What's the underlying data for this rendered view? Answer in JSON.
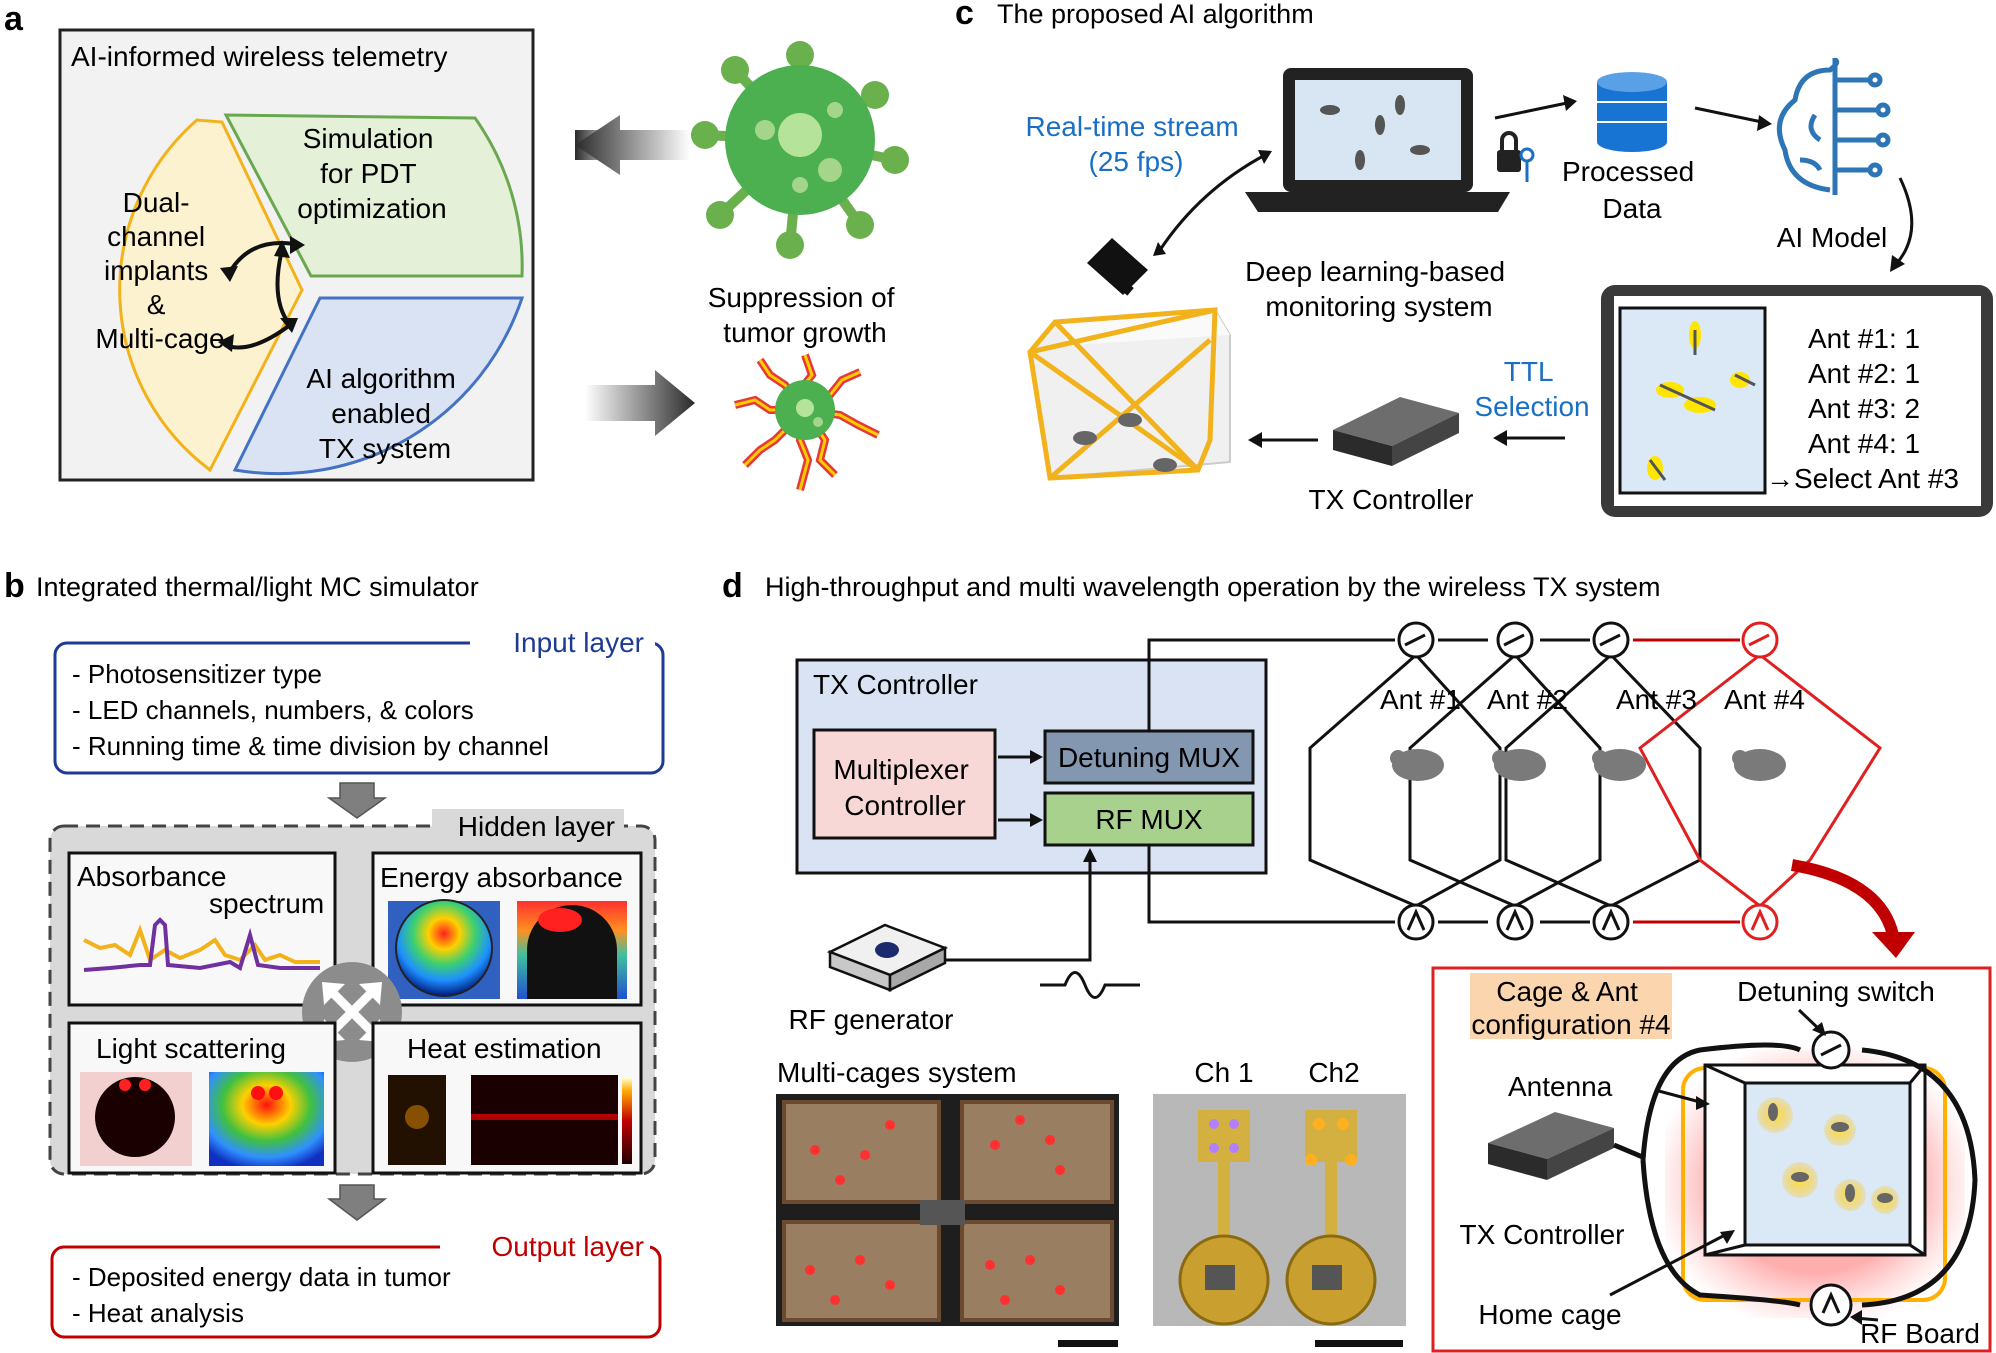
{
  "panels": {
    "a": {
      "label": "a",
      "box_title": "AI-informed wireless telemetry",
      "sector_left": [
        "Dual-",
        "channel",
        "implants",
        "&",
        "Multi-cage"
      ],
      "sector_top": [
        "Simulation",
        "for PDT",
        "optimization"
      ],
      "sector_bottom": [
        "AI algorithm",
        "enabled",
        "TX system"
      ],
      "tumor_caption": [
        "Suppression of",
        "tumor growth"
      ]
    },
    "b": {
      "label": "b",
      "title": "Integrated thermal/light MC simulator",
      "input_layer": {
        "title": "Input layer",
        "items": [
          "- Photosensitizer type",
          "- LED channels, numbers, & colors",
          "- Running time & time division by channel"
        ]
      },
      "hidden_layer": {
        "title": "Hidden layer",
        "absorbance": [
          "Absorbance",
          "spectrum"
        ],
        "energy": "Energy absorbance",
        "scattering": "Light scattering",
        "heat": "Heat estimation"
      },
      "output_layer": {
        "title": "Output layer",
        "items": [
          "- Deposited energy data in tumor",
          "- Heat analysis"
        ]
      }
    },
    "c": {
      "label": "c",
      "title": "The proposed AI algorithm",
      "stream": [
        "Real-time stream",
        "(25 fps)"
      ],
      "monitor": [
        "Deep learning-based",
        "monitoring system"
      ],
      "processed": [
        "Processed",
        "Data"
      ],
      "model": "AI Model",
      "ttl": [
        "TTL",
        "Selection"
      ],
      "tx_controller": "TX Controller",
      "ant_list": [
        "Ant #1: 1",
        "Ant #2: 1",
        "Ant #3: 2",
        "Ant #4: 1",
        "→Select Ant #3"
      ]
    },
    "d": {
      "label": "d",
      "title": "High-throughput and multi wavelength operation by the wireless TX system",
      "tx_controller": "TX Controller",
      "mux_controller": [
        "Multiplexer",
        "Controller"
      ],
      "detuning_mux": "Detuning MUX",
      "rf_mux": "RF MUX",
      "rf_generator": "RF generator",
      "antennas": [
        "Ant #1",
        "Ant #2",
        "Ant #3",
        "Ant #4"
      ],
      "multicage": "Multi-cages system",
      "ch1": "Ch 1",
      "ch2": "Ch2",
      "config": [
        "Cage & Ant",
        "configuration #4"
      ],
      "detuning_switch": "Detuning switch",
      "antenna": "Antenna",
      "tx_controller2": "TX Controller",
      "home_cage": "Home cage",
      "rf_board": "RF Board"
    }
  },
  "colors": {
    "yellow_fill": "#fdf2cf",
    "yellow_stroke": "#f2b21b",
    "green_fill": "#e4f0d8",
    "green_stroke": "#6aa84f",
    "blue_fill": "#dae3f3",
    "blue_stroke": "#4472c4",
    "accent_blue": "#1a6fc4",
    "output_red": "#c00000",
    "input_navy": "#1f3a93"
  }
}
